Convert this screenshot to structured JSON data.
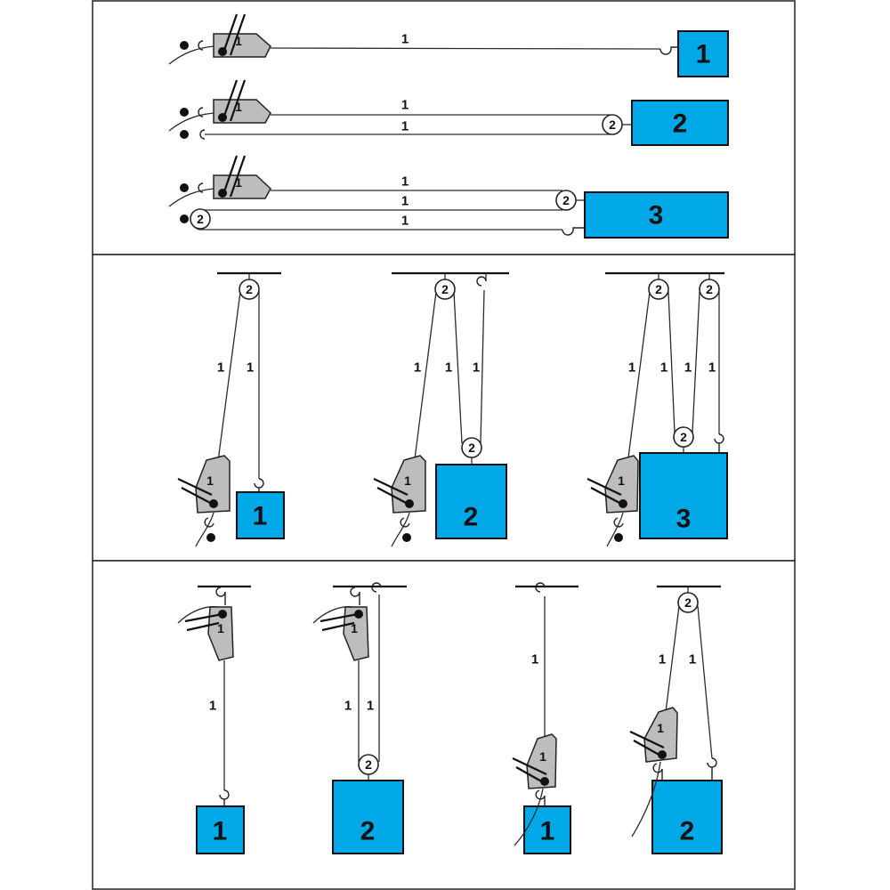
{
  "colors": {
    "load": "#00a8e8",
    "hoist": "#bdbdbd",
    "line": "#222222"
  },
  "labels": {
    "strand": "1",
    "pulley": "2",
    "hoist": "1",
    "load_1": "1",
    "load_2": "2",
    "load_3": "3"
  },
  "panels": [
    {
      "name": "horizontal-pulls",
      "configurations": [
        "1",
        "2",
        "3"
      ]
    },
    {
      "name": "overhead-lifts",
      "configurations": [
        "1",
        "2",
        "3"
      ]
    },
    {
      "name": "suspended-lifts",
      "configurations": [
        "1",
        "2",
        "1",
        "2"
      ]
    }
  ],
  "icons": [
    "hoist-icon",
    "pulley-icon",
    "hook-icon",
    "anchor-icon"
  ]
}
